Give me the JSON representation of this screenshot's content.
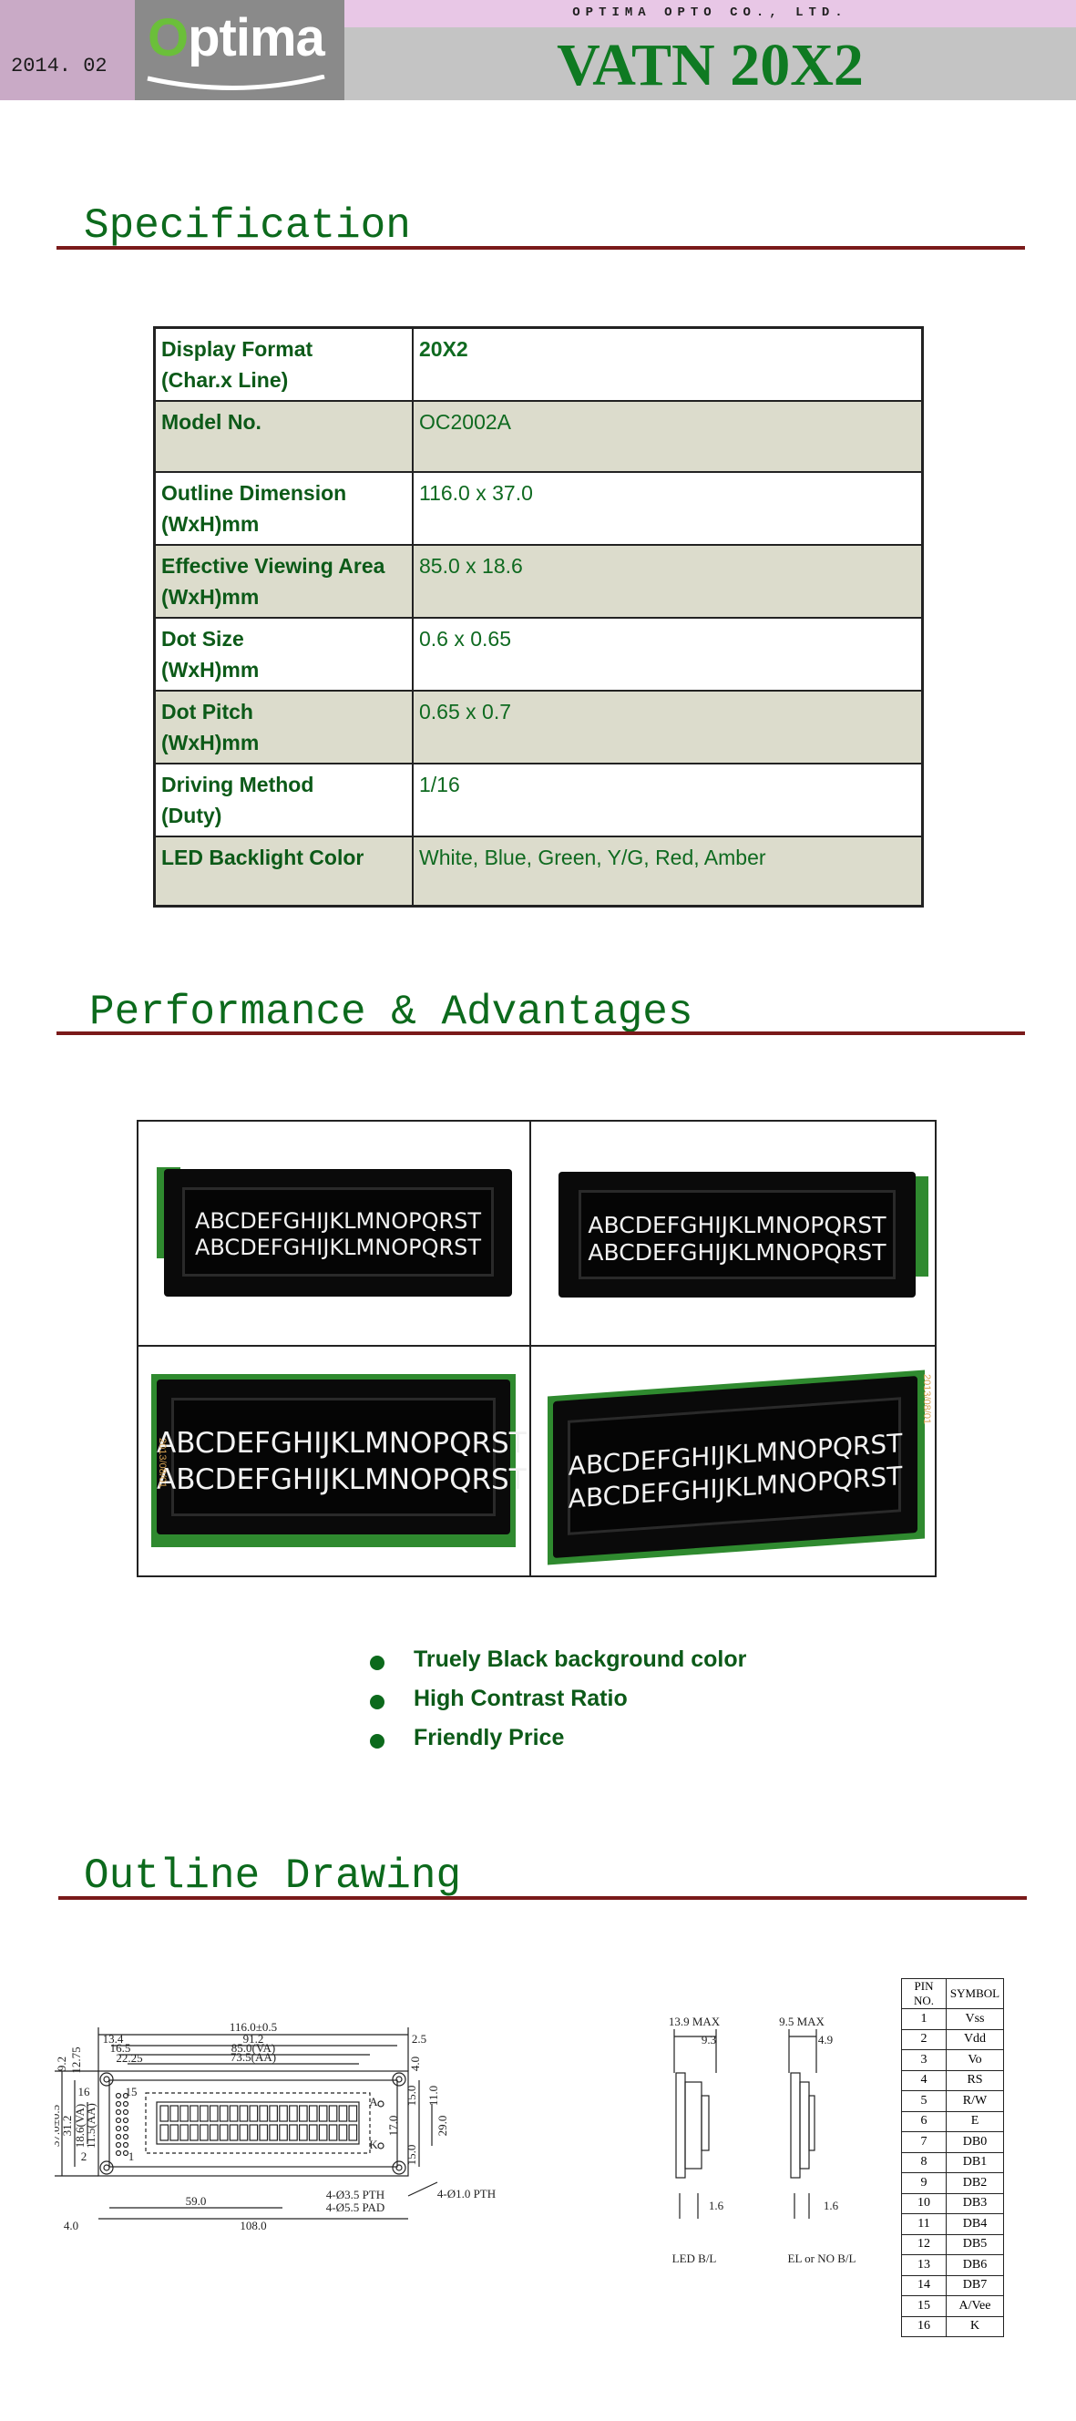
{
  "header": {
    "date": "2014. 02",
    "logo": "Optima",
    "company": "OPTIMA OPTO CO., LTD.",
    "model_title": "VATN 20X2"
  },
  "sections": {
    "spec_title": "Specification",
    "perf_title": "Performance & Advantages",
    "outline_title": "Outline Drawing"
  },
  "spec_rows": [
    {
      "label": "Display Format\n(Char.x Line)",
      "value": "20X2"
    },
    {
      "label": "Model No.",
      "value": "OC2002A"
    },
    {
      "label": "Outline Dimension\n(WxH)mm",
      "value": "116.0 x 37.0"
    },
    {
      "label": "Effective Viewing Area\n(WxH)mm",
      "value": "85.0 x 18.6"
    },
    {
      "label": "Dot Size\n(WxH)mm",
      "value": "0.6 x 0.65"
    },
    {
      "label": "Dot Pitch\n(WxH)mm",
      "value": "0.65 x 0.7"
    },
    {
      "label": "Driving Method\n(Duty)",
      "value": "1/16"
    },
    {
      "label": "LED Backlight Color",
      "value": "White, Blue, Green, Y/G, Red, Amber"
    }
  ],
  "lcd_text": "ABCDEFGHIJKLMNOPQRST",
  "photo_stamps": {
    "p3": "2013/08/01",
    "p4": "2013/08/01"
  },
  "advantages": [
    "Truely Black background color",
    "High Contrast Ratio",
    "Friendly Price"
  ],
  "drawing": {
    "top": [
      "116.0±0.5",
      "91.2",
      "85.0(VA)",
      "73.5(AA)",
      "13.4",
      "16.5",
      "22.25",
      "2.5",
      "4.0"
    ],
    "left": [
      "2.9",
      "9.2",
      "12.75",
      "37.0±0.5",
      "31.2",
      "18.6(VA)",
      "11.5(AA)"
    ],
    "right": [
      "15.0",
      "11.0",
      "29.0",
      "15.0",
      "17.0",
      "4-Ø1.0 PTH"
    ],
    "bottom": [
      "59.0",
      "108.0",
      "4.0",
      "4-Ø3.5 PTH",
      "4-Ø5.5 PAD"
    ],
    "pins_lbl": [
      "16",
      "15",
      "2",
      "1",
      "A",
      "K"
    ],
    "side1": {
      "a": "13.9 MAX",
      "b": "9.3",
      "c": "1.6",
      "caption": "LED B/L"
    },
    "side2": {
      "a": "9.5 MAX",
      "b": "4.9",
      "c": "1.6",
      "caption": "EL or NO B/L"
    }
  },
  "pins": {
    "head": [
      "PIN NO.",
      "SYMBOL"
    ],
    "rows": [
      [
        "1",
        "Vss"
      ],
      [
        "2",
        "Vdd"
      ],
      [
        "3",
        "Vo"
      ],
      [
        "4",
        "RS"
      ],
      [
        "5",
        "R/W"
      ],
      [
        "6",
        "E"
      ],
      [
        "7",
        "DB0"
      ],
      [
        "8",
        "DB1"
      ],
      [
        "9",
        "DB2"
      ],
      [
        "10",
        "DB3"
      ],
      [
        "11",
        "DB4"
      ],
      [
        "12",
        "DB5"
      ],
      [
        "13",
        "DB6"
      ],
      [
        "14",
        "DB7"
      ],
      [
        "15",
        "A/Vee"
      ],
      [
        "16",
        "K"
      ]
    ]
  }
}
